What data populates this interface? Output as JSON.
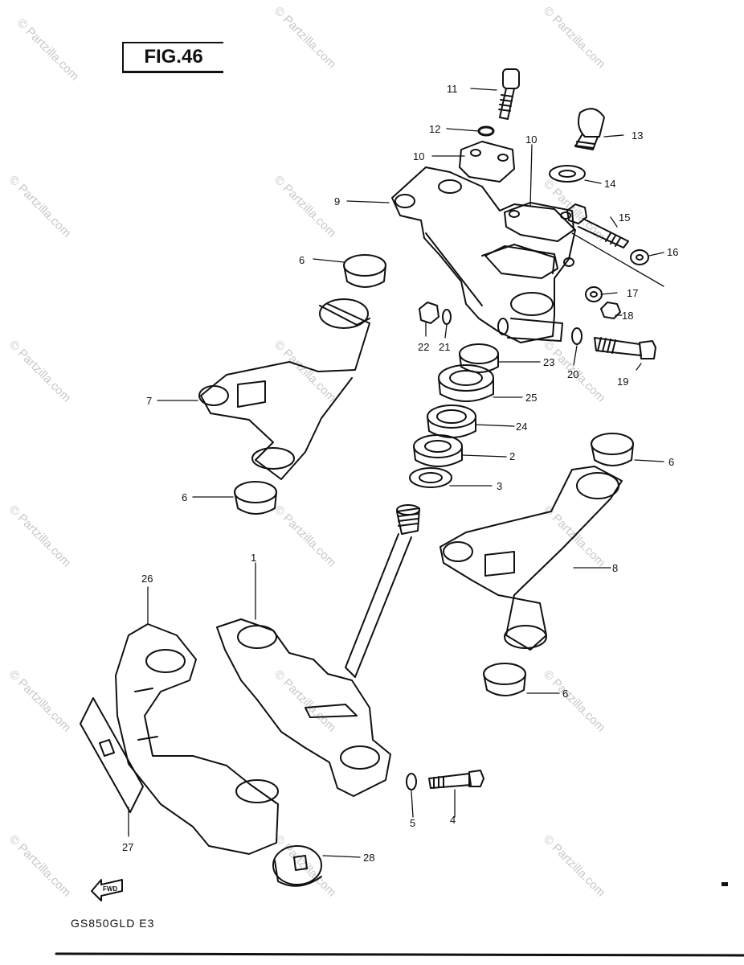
{
  "figure": {
    "title": "FIG.46",
    "model_code": "GS850GLD E3"
  },
  "watermark": "© Partzilla.com",
  "fwd_label": "FWD",
  "callouts": [
    {
      "id": "c1",
      "label": "1"
    },
    {
      "id": "c2",
      "label": "2"
    },
    {
      "id": "c3",
      "label": "3"
    },
    {
      "id": "c4",
      "label": "4"
    },
    {
      "id": "c5",
      "label": "5"
    },
    {
      "id": "c6a",
      "label": "6"
    },
    {
      "id": "c6b",
      "label": "6"
    },
    {
      "id": "c6c",
      "label": "6"
    },
    {
      "id": "c6d",
      "label": "6"
    },
    {
      "id": "c7",
      "label": "7"
    },
    {
      "id": "c8",
      "label": "8"
    },
    {
      "id": "c9",
      "label": "9"
    },
    {
      "id": "c10a",
      "label": "10"
    },
    {
      "id": "c10b",
      "label": "10"
    },
    {
      "id": "c11",
      "label": "11"
    },
    {
      "id": "c12",
      "label": "12"
    },
    {
      "id": "c13",
      "label": "13"
    },
    {
      "id": "c14",
      "label": "14"
    },
    {
      "id": "c15",
      "label": "15"
    },
    {
      "id": "c16",
      "label": "16"
    },
    {
      "id": "c17",
      "label": "17"
    },
    {
      "id": "c18",
      "label": "18"
    },
    {
      "id": "c19",
      "label": "19"
    },
    {
      "id": "c20",
      "label": "20"
    },
    {
      "id": "c21",
      "label": "21"
    },
    {
      "id": "c22",
      "label": "22"
    },
    {
      "id": "c23",
      "label": "23"
    },
    {
      "id": "c24",
      "label": "24"
    },
    {
      "id": "c25",
      "label": "25"
    },
    {
      "id": "c26",
      "label": "26"
    },
    {
      "id": "c27",
      "label": "27"
    },
    {
      "id": "c28",
      "label": "28"
    }
  ]
}
